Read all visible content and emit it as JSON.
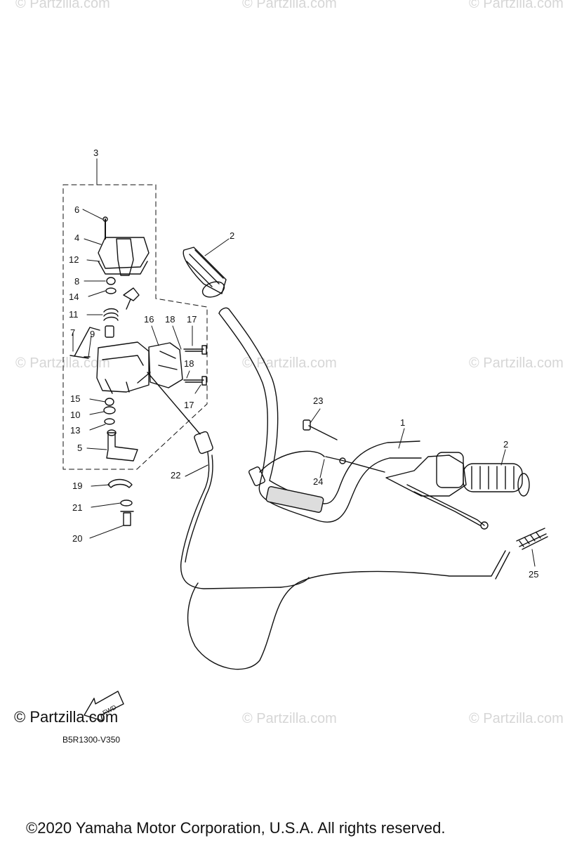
{
  "watermark": "© Partzilla.com",
  "brand_mark": "© Partzilla.com",
  "fwd_label": "FWD",
  "diagram_code": "B5R1300-V350",
  "copyright": "©2020 Yamaha Motor Corporation, U.S.A. All rights reserved.",
  "callouts": {
    "c1": "1",
    "c2a": "2",
    "c2b": "2",
    "c3": "3",
    "c4": "4",
    "c5": "5",
    "c6": "6",
    "c7": "7",
    "c8": "8",
    "c9": "9",
    "c10": "10",
    "c11": "11",
    "c12": "12",
    "c13": "13",
    "c14": "14",
    "c15": "15",
    "c16": "16",
    "c17a": "17",
    "c17b": "17",
    "c18a": "18",
    "c18b": "18",
    "c19": "19",
    "c20": "20",
    "c21": "21",
    "c22": "22",
    "c23": "23",
    "c24": "24",
    "c25": "25"
  }
}
